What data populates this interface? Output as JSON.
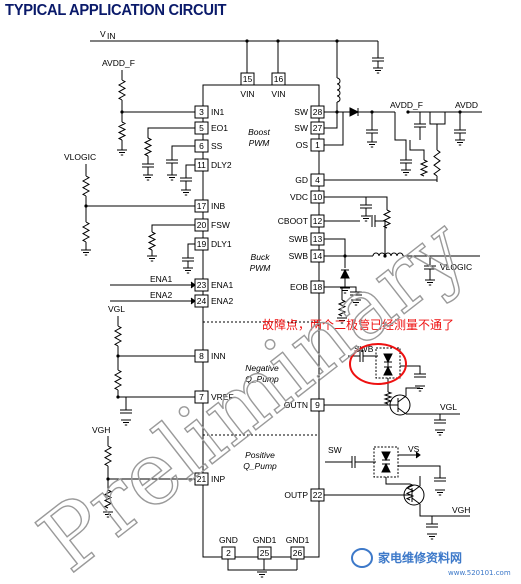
{
  "title": "TYPICAL APPLICATION CIRCUIT",
  "block_labels": {
    "boost": [
      "Boost",
      "PWM"
    ],
    "buck": [
      "Buck",
      "PWM"
    ],
    "negative": [
      "Negative",
      "Q_Pump"
    ],
    "positive": [
      "Positive",
      "Q_Pump"
    ]
  },
  "net_labels": {
    "vin": "V",
    "vin_sub": "IN",
    "avdd_f_left": "AVDD_F",
    "avdd_f_right": "AVDD_F",
    "avdd": "AVDD",
    "vlogic_left": "VLOGIC",
    "vlogic_right": "VLOGIC",
    "ena1": "ENA1",
    "ena2": "ENA2",
    "vgl_left": "VGL",
    "vgl_right": "VGL",
    "vgh_left": "VGH",
    "vgh_right": "VGH",
    "swb": "SWB",
    "sw": "SW",
    "vs": "VS"
  },
  "pins_left": [
    {
      "num": "3",
      "name": "IN1"
    },
    {
      "num": "5",
      "name": "EO1"
    },
    {
      "num": "6",
      "name": "SS"
    },
    {
      "num": "11",
      "name": "DLY2"
    },
    {
      "num": "17",
      "name": "INB"
    },
    {
      "num": "20",
      "name": "FSW"
    },
    {
      "num": "19",
      "name": "DLY1"
    },
    {
      "num": "23",
      "name": "ENA1"
    },
    {
      "num": "24",
      "name": "ENA2"
    },
    {
      "num": "8",
      "name": "INN"
    },
    {
      "num": "7",
      "name": "VREF"
    },
    {
      "num": "21",
      "name": "INP"
    }
  ],
  "pins_right": [
    {
      "num": "28",
      "name": "SW"
    },
    {
      "num": "27",
      "name": "SW"
    },
    {
      "num": "1",
      "name": "OS"
    },
    {
      "num": "4",
      "name": "GD"
    },
    {
      "num": "10",
      "name": "VDC"
    },
    {
      "num": "12",
      "name": "CBOOT"
    },
    {
      "num": "13",
      "name": "SWB"
    },
    {
      "num": "14",
      "name": "SWB"
    },
    {
      "num": "18",
      "name": "EOB"
    },
    {
      "num": "9",
      "name": "OUTN"
    },
    {
      "num": "22",
      "name": "OUTP"
    }
  ],
  "pins_top": [
    {
      "num": "15",
      "name": "VIN"
    },
    {
      "num": "16",
      "name": "VIN"
    }
  ],
  "pins_bottom": [
    {
      "num": "2",
      "name": "GND"
    },
    {
      "num": "25",
      "name": "GND1"
    },
    {
      "num": "26",
      "name": "GND1"
    }
  ],
  "annotation": "故障点，两个二极管已经测量不通了",
  "watermark": "Preliminary",
  "logo": {
    "text": "家电维修资料网",
    "url": "www.520101.com"
  }
}
